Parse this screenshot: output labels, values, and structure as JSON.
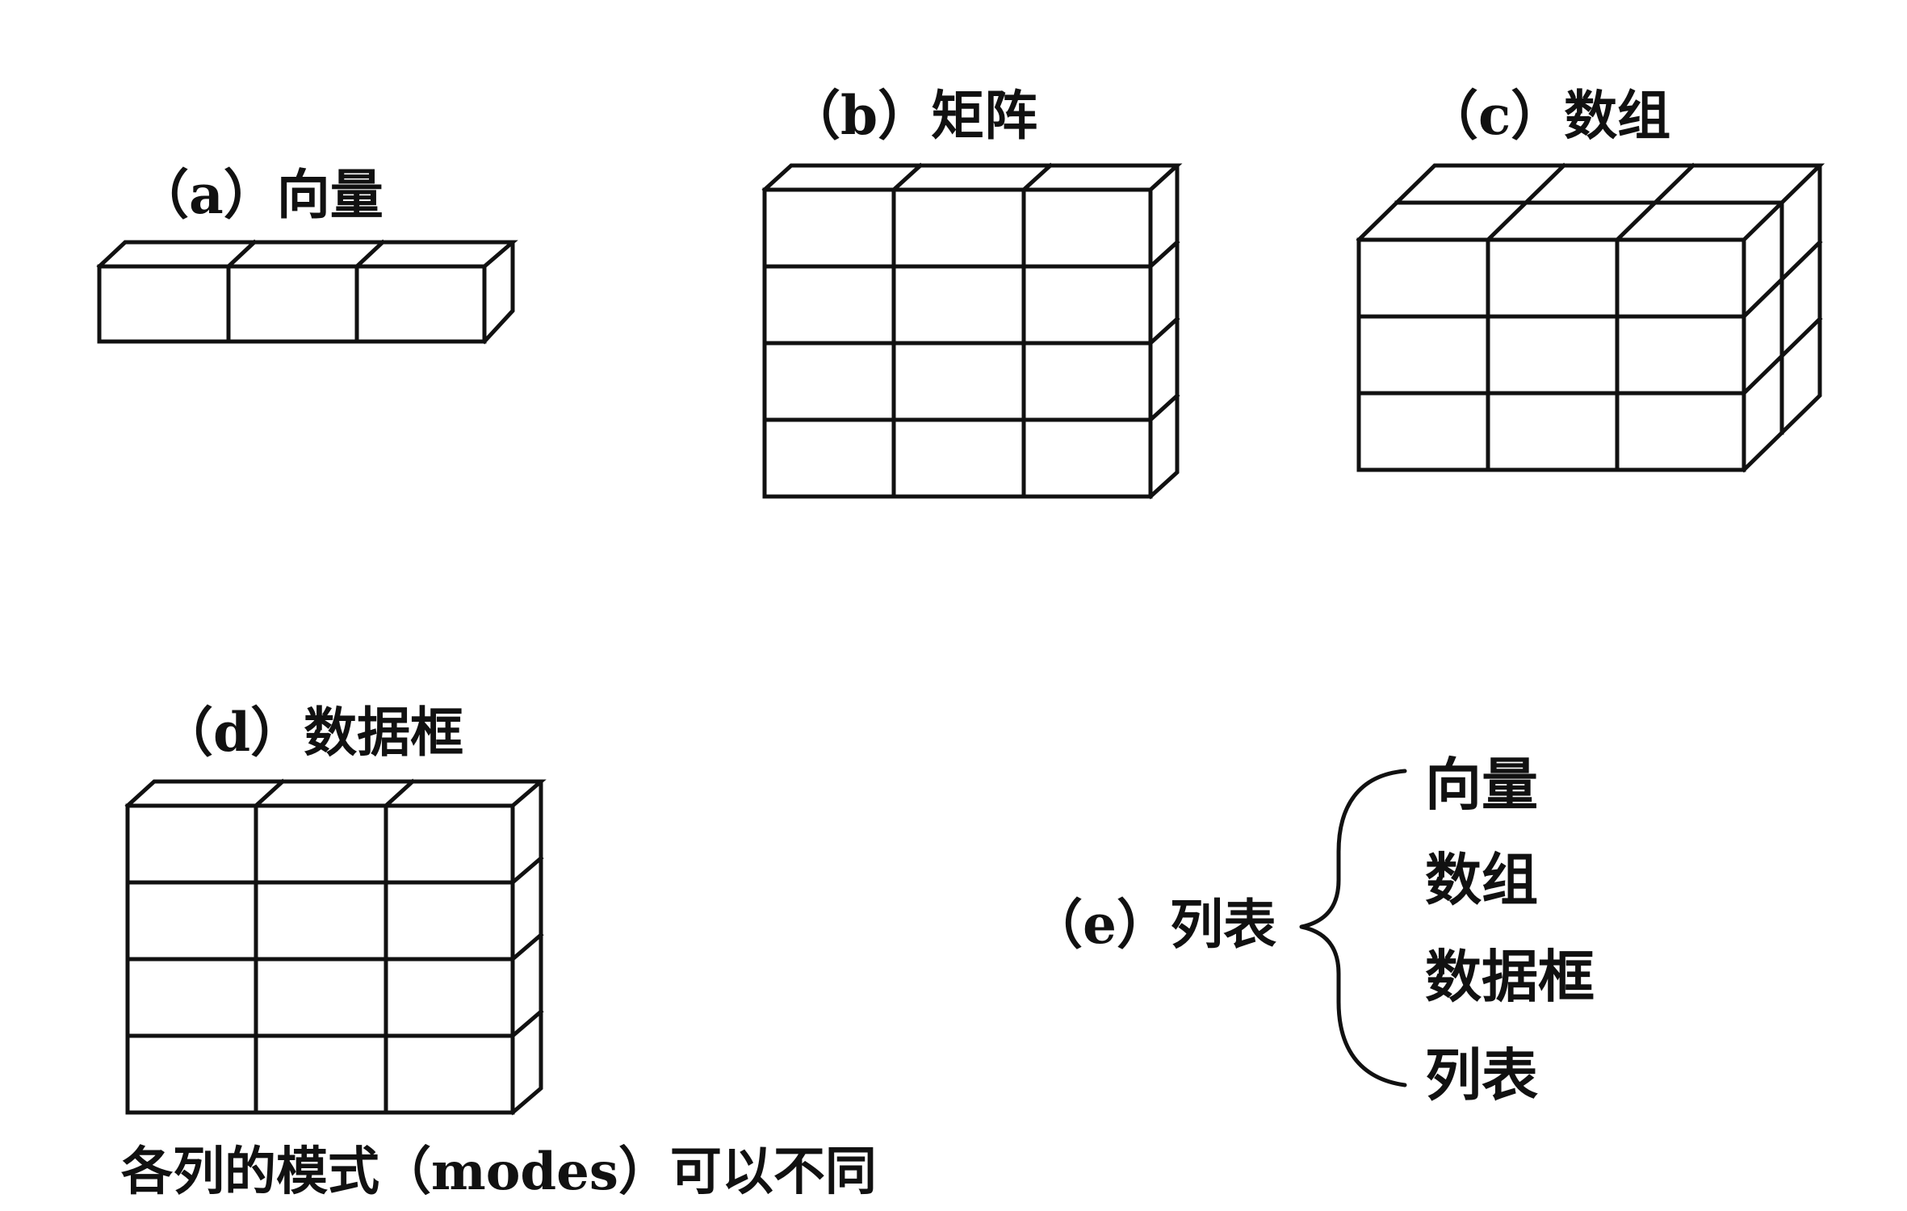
{
  "labels": {
    "vector": "（a）向量",
    "matrix": "（b）矩阵",
    "array": "（c）数组",
    "dataframe": "（d）数据框",
    "list": "（e）列表"
  },
  "dataframe_caption": "各列的模式（modes）可以不同",
  "list_contents": [
    "向量",
    "数组",
    "数据框",
    "列表"
  ],
  "colors": {
    "ink": "#111111",
    "background": "#ffffff"
  }
}
